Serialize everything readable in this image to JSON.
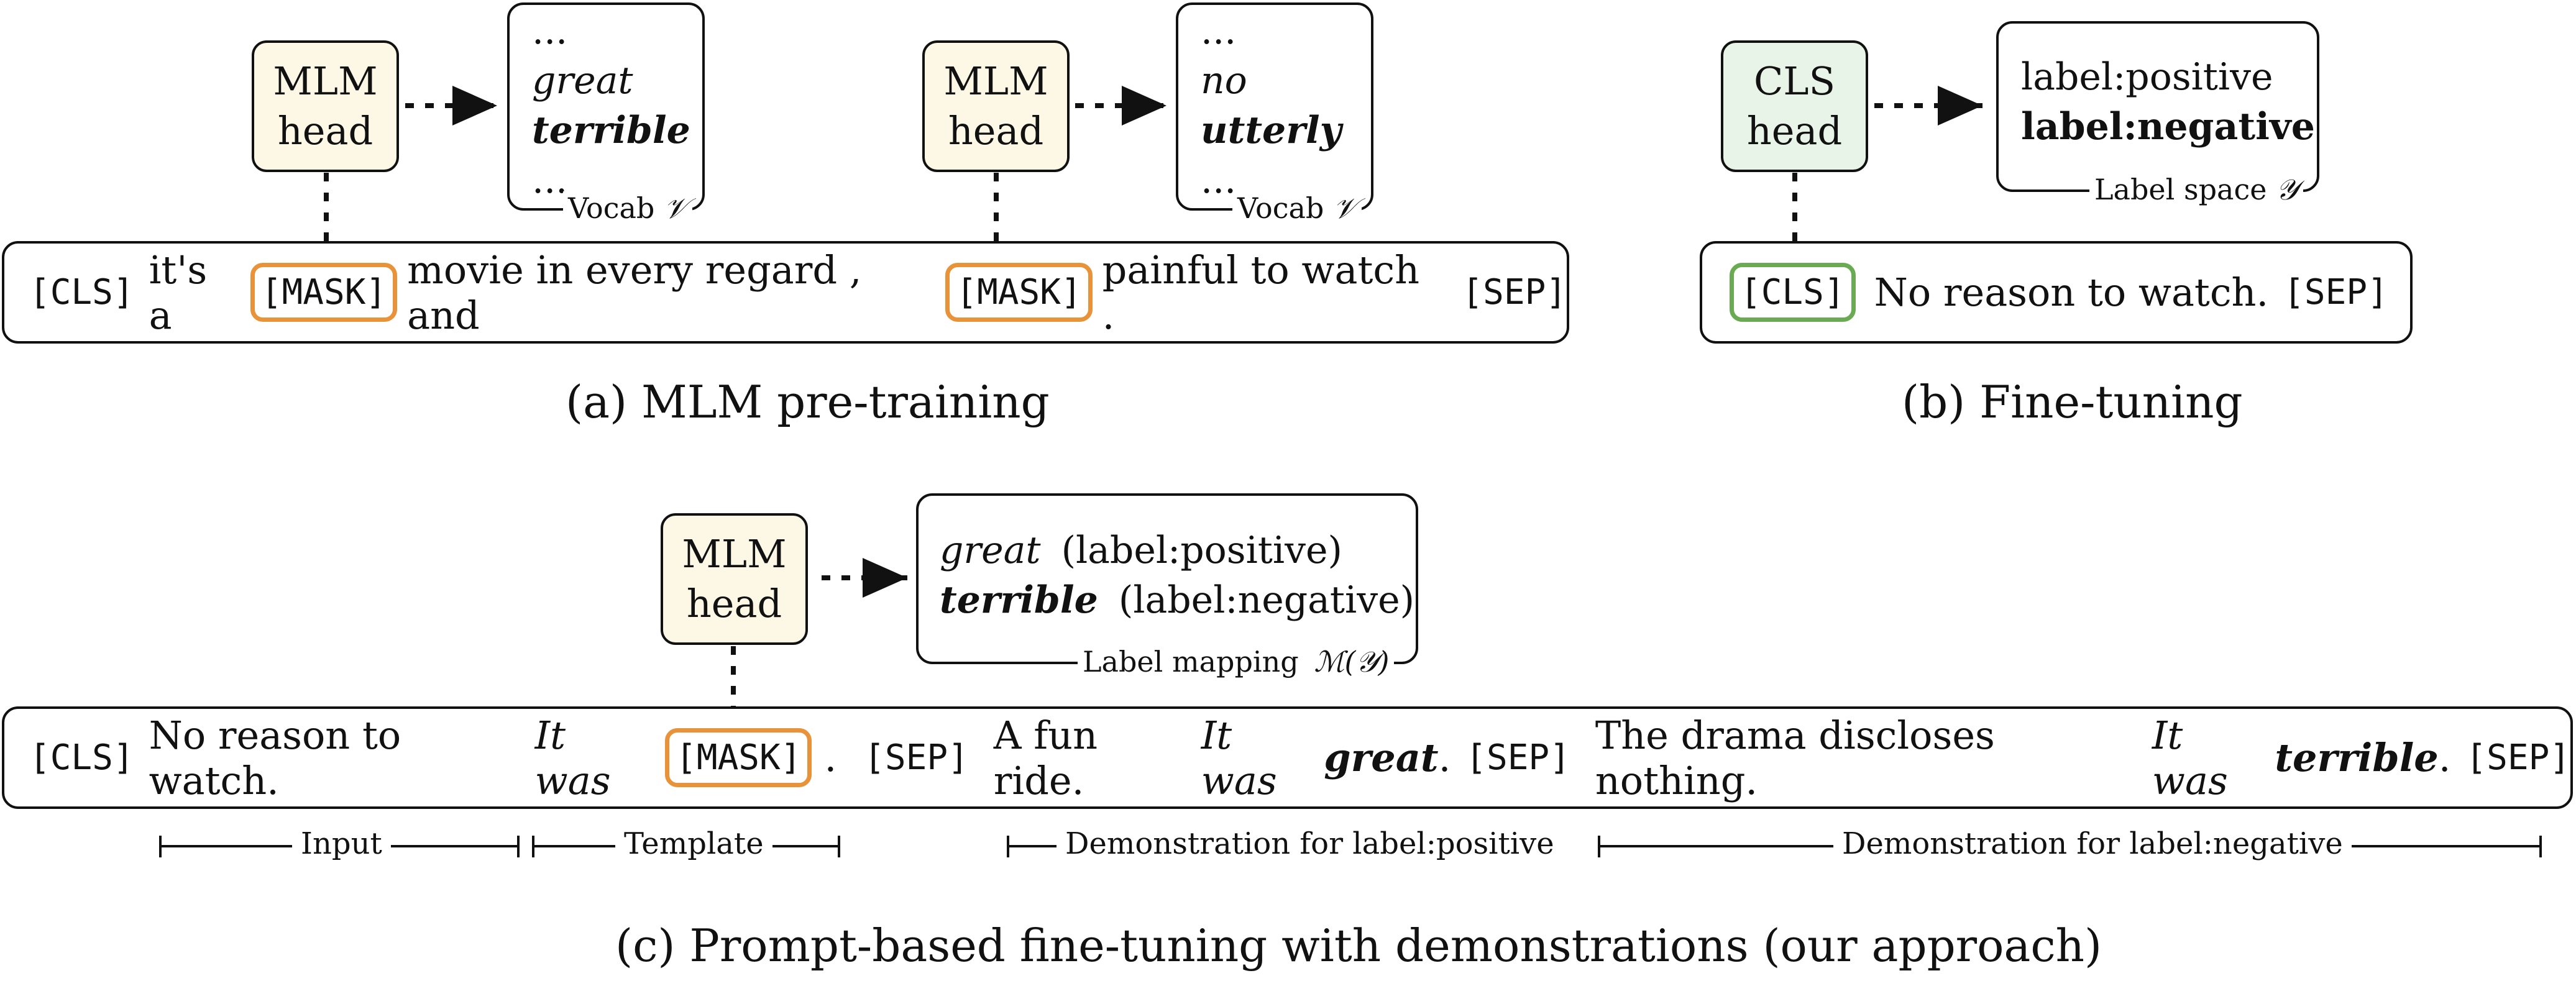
{
  "panel_a": {
    "head_left": {
      "line1": "MLM",
      "line2": "head"
    },
    "vocab_left": {
      "dots_top": "...",
      "word1": "great",
      "word2": "terrible",
      "dots_bottom": "...",
      "label": "Vocab",
      "label_sym": "𝒱"
    },
    "head_right": {
      "line1": "MLM",
      "line2": "head"
    },
    "vocab_right": {
      "dots_top": "...",
      "word1": "no",
      "word2": "utterly",
      "dots_bottom": "...",
      "label": "Vocab",
      "label_sym": "𝒱"
    },
    "sentence": {
      "cls": "[CLS]",
      "t1": "it's a",
      "mask1": "[MASK]",
      "t2": "movie in every regard , and",
      "mask2": "[MASK]",
      "t3": "painful to watch .",
      "sep": "[SEP]"
    },
    "caption": "(a) MLM pre-training"
  },
  "panel_b": {
    "head": {
      "line1": "CLS",
      "line2": "head"
    },
    "labels": {
      "pos": "label:positive",
      "neg": "label:negative",
      "space_label": "Label space",
      "space_sym": "𝒴"
    },
    "sentence": {
      "cls": "[CLS]",
      "text": "No reason to watch.",
      "sep": "[SEP]"
    },
    "caption": "(b) Fine-tuning"
  },
  "panel_c": {
    "head": {
      "line1": "MLM",
      "line2": "head"
    },
    "mapping": {
      "word1": "great",
      "label1": "(label:positive)",
      "word2": "terrible",
      "label2": "(label:negative)",
      "map_label": "Label mapping",
      "map_sym": "ℳ(𝒴)"
    },
    "sentence": {
      "cls": "[CLS]",
      "input": "No reason to watch.",
      "tmpl": "It was",
      "mask": "[MASK]",
      "dot": ".",
      "sep1": "[SEP]",
      "demo1": "A fun ride.",
      "tmpl2": "It was",
      "word_pos": "great",
      "dot2": ".",
      "sep2": "[SEP]",
      "demo2": "The drama discloses nothing.",
      "tmpl3": "It was",
      "word_neg": "terrible",
      "dot3": ".",
      "sep3": "[SEP]"
    },
    "spans": {
      "input": "Input",
      "template": "Template",
      "demo_pos": "Demonstration for label:positive",
      "demo_neg": "Demonstration for label:negative"
    },
    "caption": "(c) Prompt-based fine-tuning with demonstrations (our approach)"
  }
}
